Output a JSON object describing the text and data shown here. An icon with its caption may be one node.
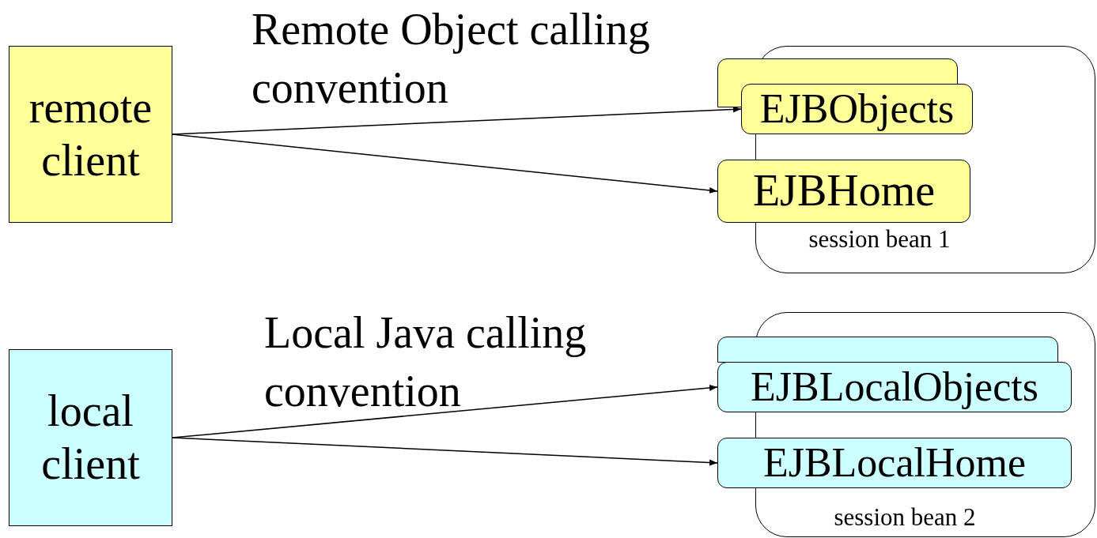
{
  "diagram": {
    "nodes": [
      {
        "text": [
          "remote client"
        ]
      },
      {
        "text": [
          "session bean 1"
        ]
      },
      {
        "text": [],
        "shape": "box"
      },
      {
        "text": [
          "EJBObjects"
        ]
      },
      {
        "text": [
          "EJBHome"
        ]
      },
      {
        "text": [
          "local client"
        ]
      },
      {
        "text": [
          "session bean 2"
        ]
      },
      {
        "text": [],
        "shape": "box"
      },
      {
        "text": [
          "EJBLocalObjects"
        ]
      },
      {
        "text": [
          "EJBLocalHome"
        ]
      }
    ],
    "edges": [
      {
        "from": 0,
        "to": 3,
        "arrow": "to"
      },
      {
        "from": 0,
        "to": 4,
        "arrow": "to"
      },
      {
        "from": 5,
        "to": 8,
        "arrow": "to"
      },
      {
        "from": 5,
        "to": 9,
        "arrow": "to"
      }
    ],
    "labels": [
      "Remote Object calling convention",
      "Local Java calling convention"
    ]
  }
}
